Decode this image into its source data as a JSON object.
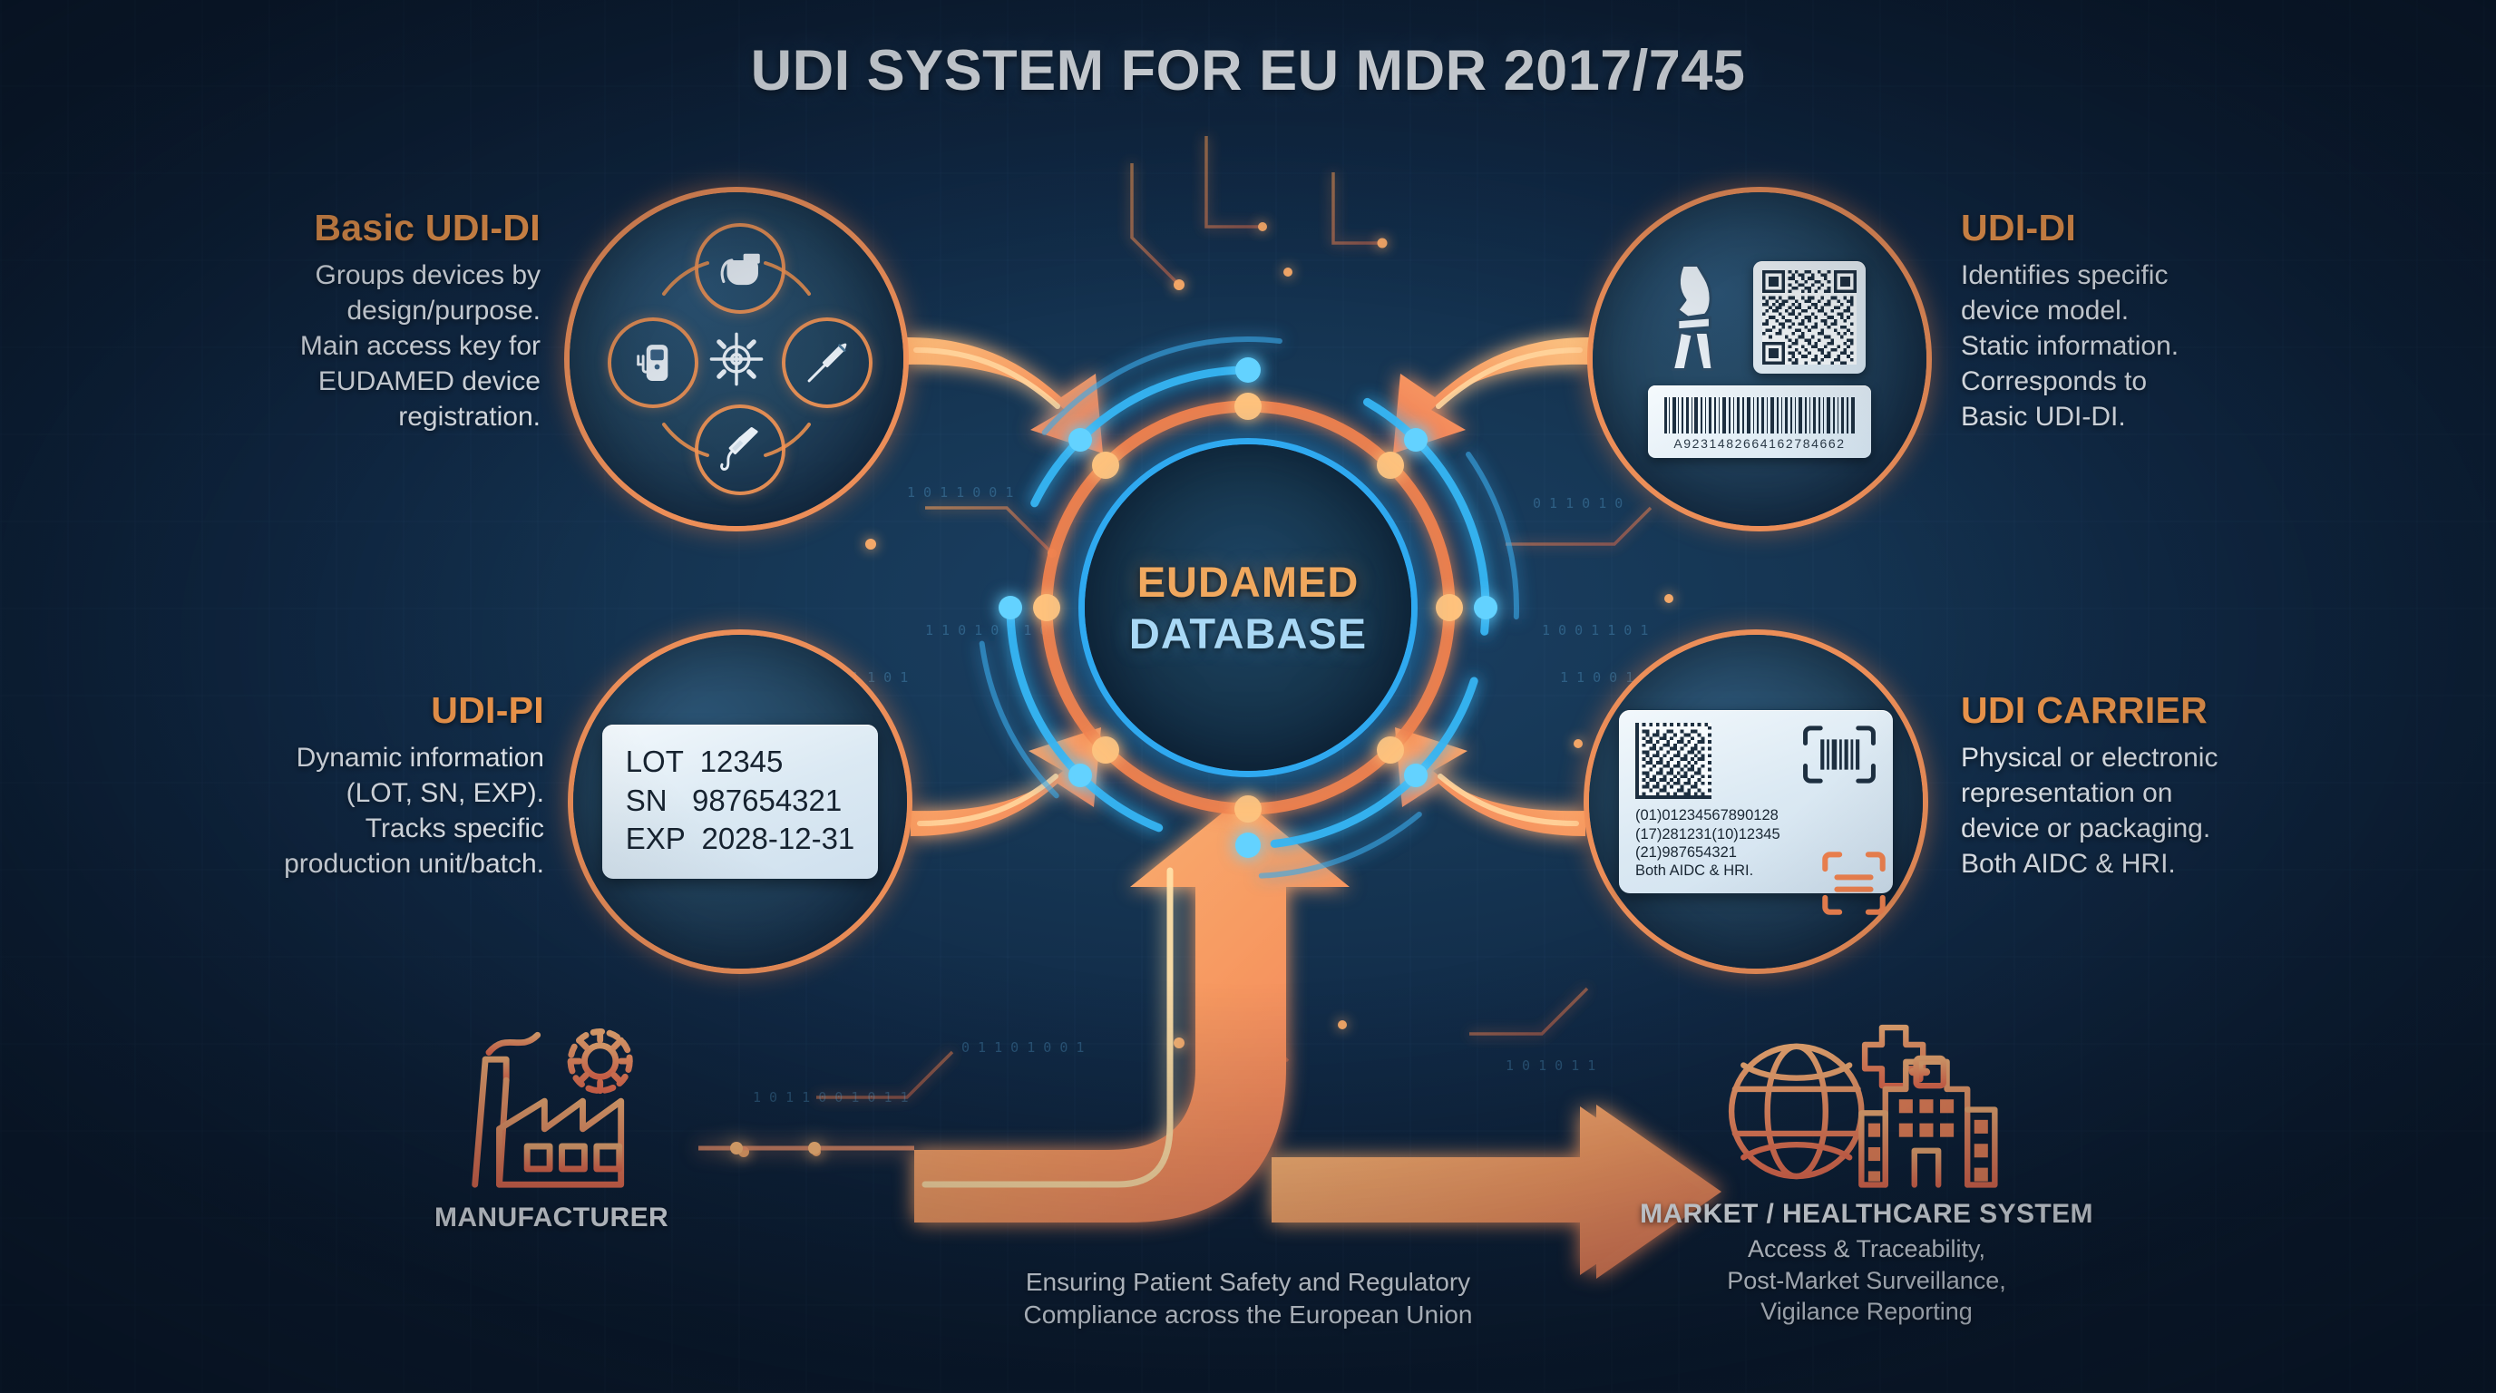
{
  "title": "UDI SYSTEM FOR EU MDR 2017/745",
  "hub": {
    "line1": "EUDAMED",
    "line2": "DATABASE"
  },
  "colors": {
    "accent_orange": "#f3994c",
    "accent_coral": "#ed6a4a",
    "accent_amber": "#f6b06a",
    "hub_ring_blue": "#2fa9f0",
    "hub_text_orange": "#f0a85e",
    "hub_text_blue": "#a9d8f5",
    "background_navy": "#122a45",
    "text_white": "#e9eef4"
  },
  "quadrants": [
    {
      "id": "basic-udi-di",
      "heading": "Basic UDI-DI",
      "body": "Groups devices by design/purpose. Main access key for EUDAMED device registration.",
      "body_lines": [
        "Groups devices by",
        "design/purpose.",
        "Main access key for",
        "EUDAMED device",
        "registration."
      ],
      "icons": [
        "pacemaker-icon",
        "handheld-monitor-icon",
        "surgical-instrument-icon",
        "probe-cable-icon",
        "gear-crosshair-icon"
      ]
    },
    {
      "id": "udi-di",
      "heading": "UDI-DI",
      "body": "Identifies specific device model. Static information. Corresponds to Basic UDI-DI.",
      "body_lines": [
        "Identifies specific",
        "device model.",
        "Static information.",
        "Corresponds to",
        "Basic UDI-DI."
      ],
      "barcode_digits": "A9231482664162784662",
      "icons": [
        "knee-joint-icon",
        "qr-code-icon",
        "barcode-icon"
      ]
    },
    {
      "id": "udi-pi",
      "heading": "UDI-PI",
      "body": "Dynamic information (LOT, SN, EXP). Tracks specific production unit/batch.",
      "body_lines": [
        "Dynamic information",
        "(LOT, SN, EXP).",
        "Tracks specific",
        "production unit/batch."
      ],
      "label": {
        "rows": [
          {
            "key": "LOT",
            "value": "12345"
          },
          {
            "key": "SN",
            "value": "987654321"
          },
          {
            "key": "EXP",
            "value": "2028-12-31"
          }
        ],
        "text": "LOT  12345\nSN   987654321\nEXP  2028-12-31"
      }
    },
    {
      "id": "udi-carrier",
      "heading": "UDI CARRIER",
      "body": "Physical or electronic representation on device or packaging. Both AIDC & HRI.",
      "body_lines": [
        "Physical or electronic",
        "representation on",
        "device or packaging.",
        "Both AIDC & HRI."
      ],
      "label": {
        "codes": [
          "(01)01234567890128",
          "(17)281231(10)12345",
          "(21)987654321",
          "Both AIDC & HRI."
        ],
        "text": "(01)01234567890128\n(17)281231(10)12345\n(21)987654321\nBoth AIDC & HRI."
      },
      "icons": [
        "datamatrix-icon",
        "barcode-scan-icon",
        "scan-frame-icon"
      ]
    }
  ],
  "actors": {
    "manufacturer": {
      "name": "MANUFACTURER",
      "icon": "factory-gear-icon"
    },
    "market": {
      "name": "MARKET / HEALTHCARE SYSTEM",
      "sub_lines": [
        "Access & Traceability,",
        "Post-Market Surveillance,",
        "Vigilance Reporting"
      ],
      "sub": "Access & Traceability, Post-Market Surveillance, Vigilance Reporting",
      "icon": "globe-hospital-icon"
    }
  },
  "footer": {
    "line1": "Ensuring Patient Safety and Regulatory",
    "line2": "Compliance across the European Union",
    "text": "Ensuring Patient Safety and Regulatory Compliance across the European Union"
  }
}
